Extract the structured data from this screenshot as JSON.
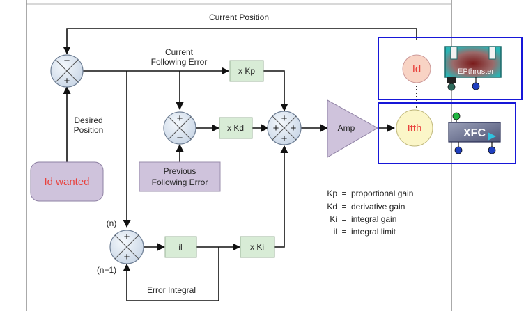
{
  "labels": {
    "current_position": "Current Position",
    "current_following_error_1": "Current",
    "current_following_error_2": "Following Error",
    "desired_position_1": "Desired",
    "desired_position_2": "Position",
    "previous_following_error_1": "Previous",
    "previous_following_error_2": "Following Error",
    "error_integral": "Error Integral",
    "n": "(n)",
    "n_minus_1": "(n−1)"
  },
  "blocks": {
    "id_wanted": "Id wanted",
    "x_kp": "x Kp",
    "x_kd": "x Kd",
    "x_ki": "x Ki",
    "il": "il",
    "amp": "Amp",
    "id": "Id",
    "itth": "Itth",
    "epthruster": "EPthruster",
    "xfc": "XFC"
  },
  "summers": {
    "s1": {
      "top": "−",
      "bottom": "+"
    },
    "s2": {
      "top": "+",
      "bottom": "−"
    },
    "s3": {
      "top": "+",
      "left": "+",
      "right": "+",
      "bottom": "+"
    },
    "s4": {
      "top": "+",
      "bottom": "+"
    }
  },
  "legend": [
    {
      "abbr": "Kp",
      "desc": "proportional gain"
    },
    {
      "abbr": "Kd",
      "desc": "derivative gain"
    },
    {
      "abbr": "Ki",
      "desc": "integral gain"
    },
    {
      "abbr": "il",
      "desc": "integral limit"
    }
  ],
  "colors": {
    "block_green": "#d8ecd6",
    "block_purple": "#cfc3dc",
    "summer_fill": "#dbe4f0",
    "circle_id": "#f8d3c4",
    "circle_itth": "#fbf6c8",
    "highlight_blue": "#1717d8",
    "red_text": "#e8413c"
  }
}
